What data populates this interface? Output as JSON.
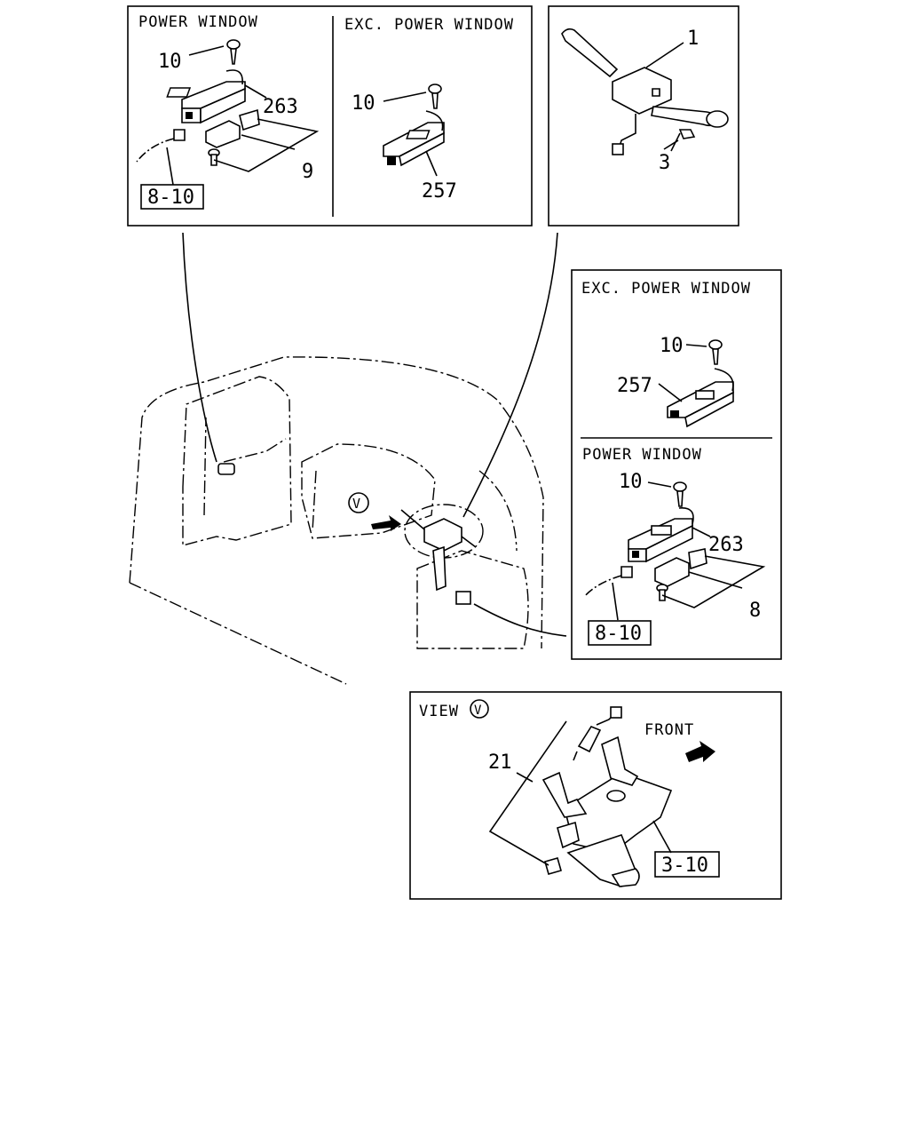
{
  "panels": {
    "top_left": {
      "left_title": "POWER WINDOW",
      "right_title": "EXC. POWER WINDOW",
      "callouts": {
        "a": "10",
        "b": "263",
        "c": "9",
        "d": "10",
        "e": "257"
      },
      "ref_box": "8-10"
    },
    "top_right": {
      "callouts": {
        "a": "1",
        "b": "3"
      }
    },
    "mid_right": {
      "top_title": "EXC. POWER WINDOW",
      "bottom_title": "POWER WINDOW",
      "callouts": {
        "a": "10",
        "b": "257",
        "c": "10",
        "d": "263",
        "e": "8"
      },
      "ref_box": "8-10"
    },
    "view": {
      "title": "VIEW",
      "view_letter": "V",
      "front_label": "FRONT",
      "callouts": {
        "a": "21"
      },
      "ref_box": "3-10"
    }
  },
  "main": {
    "view_letter": "V"
  }
}
